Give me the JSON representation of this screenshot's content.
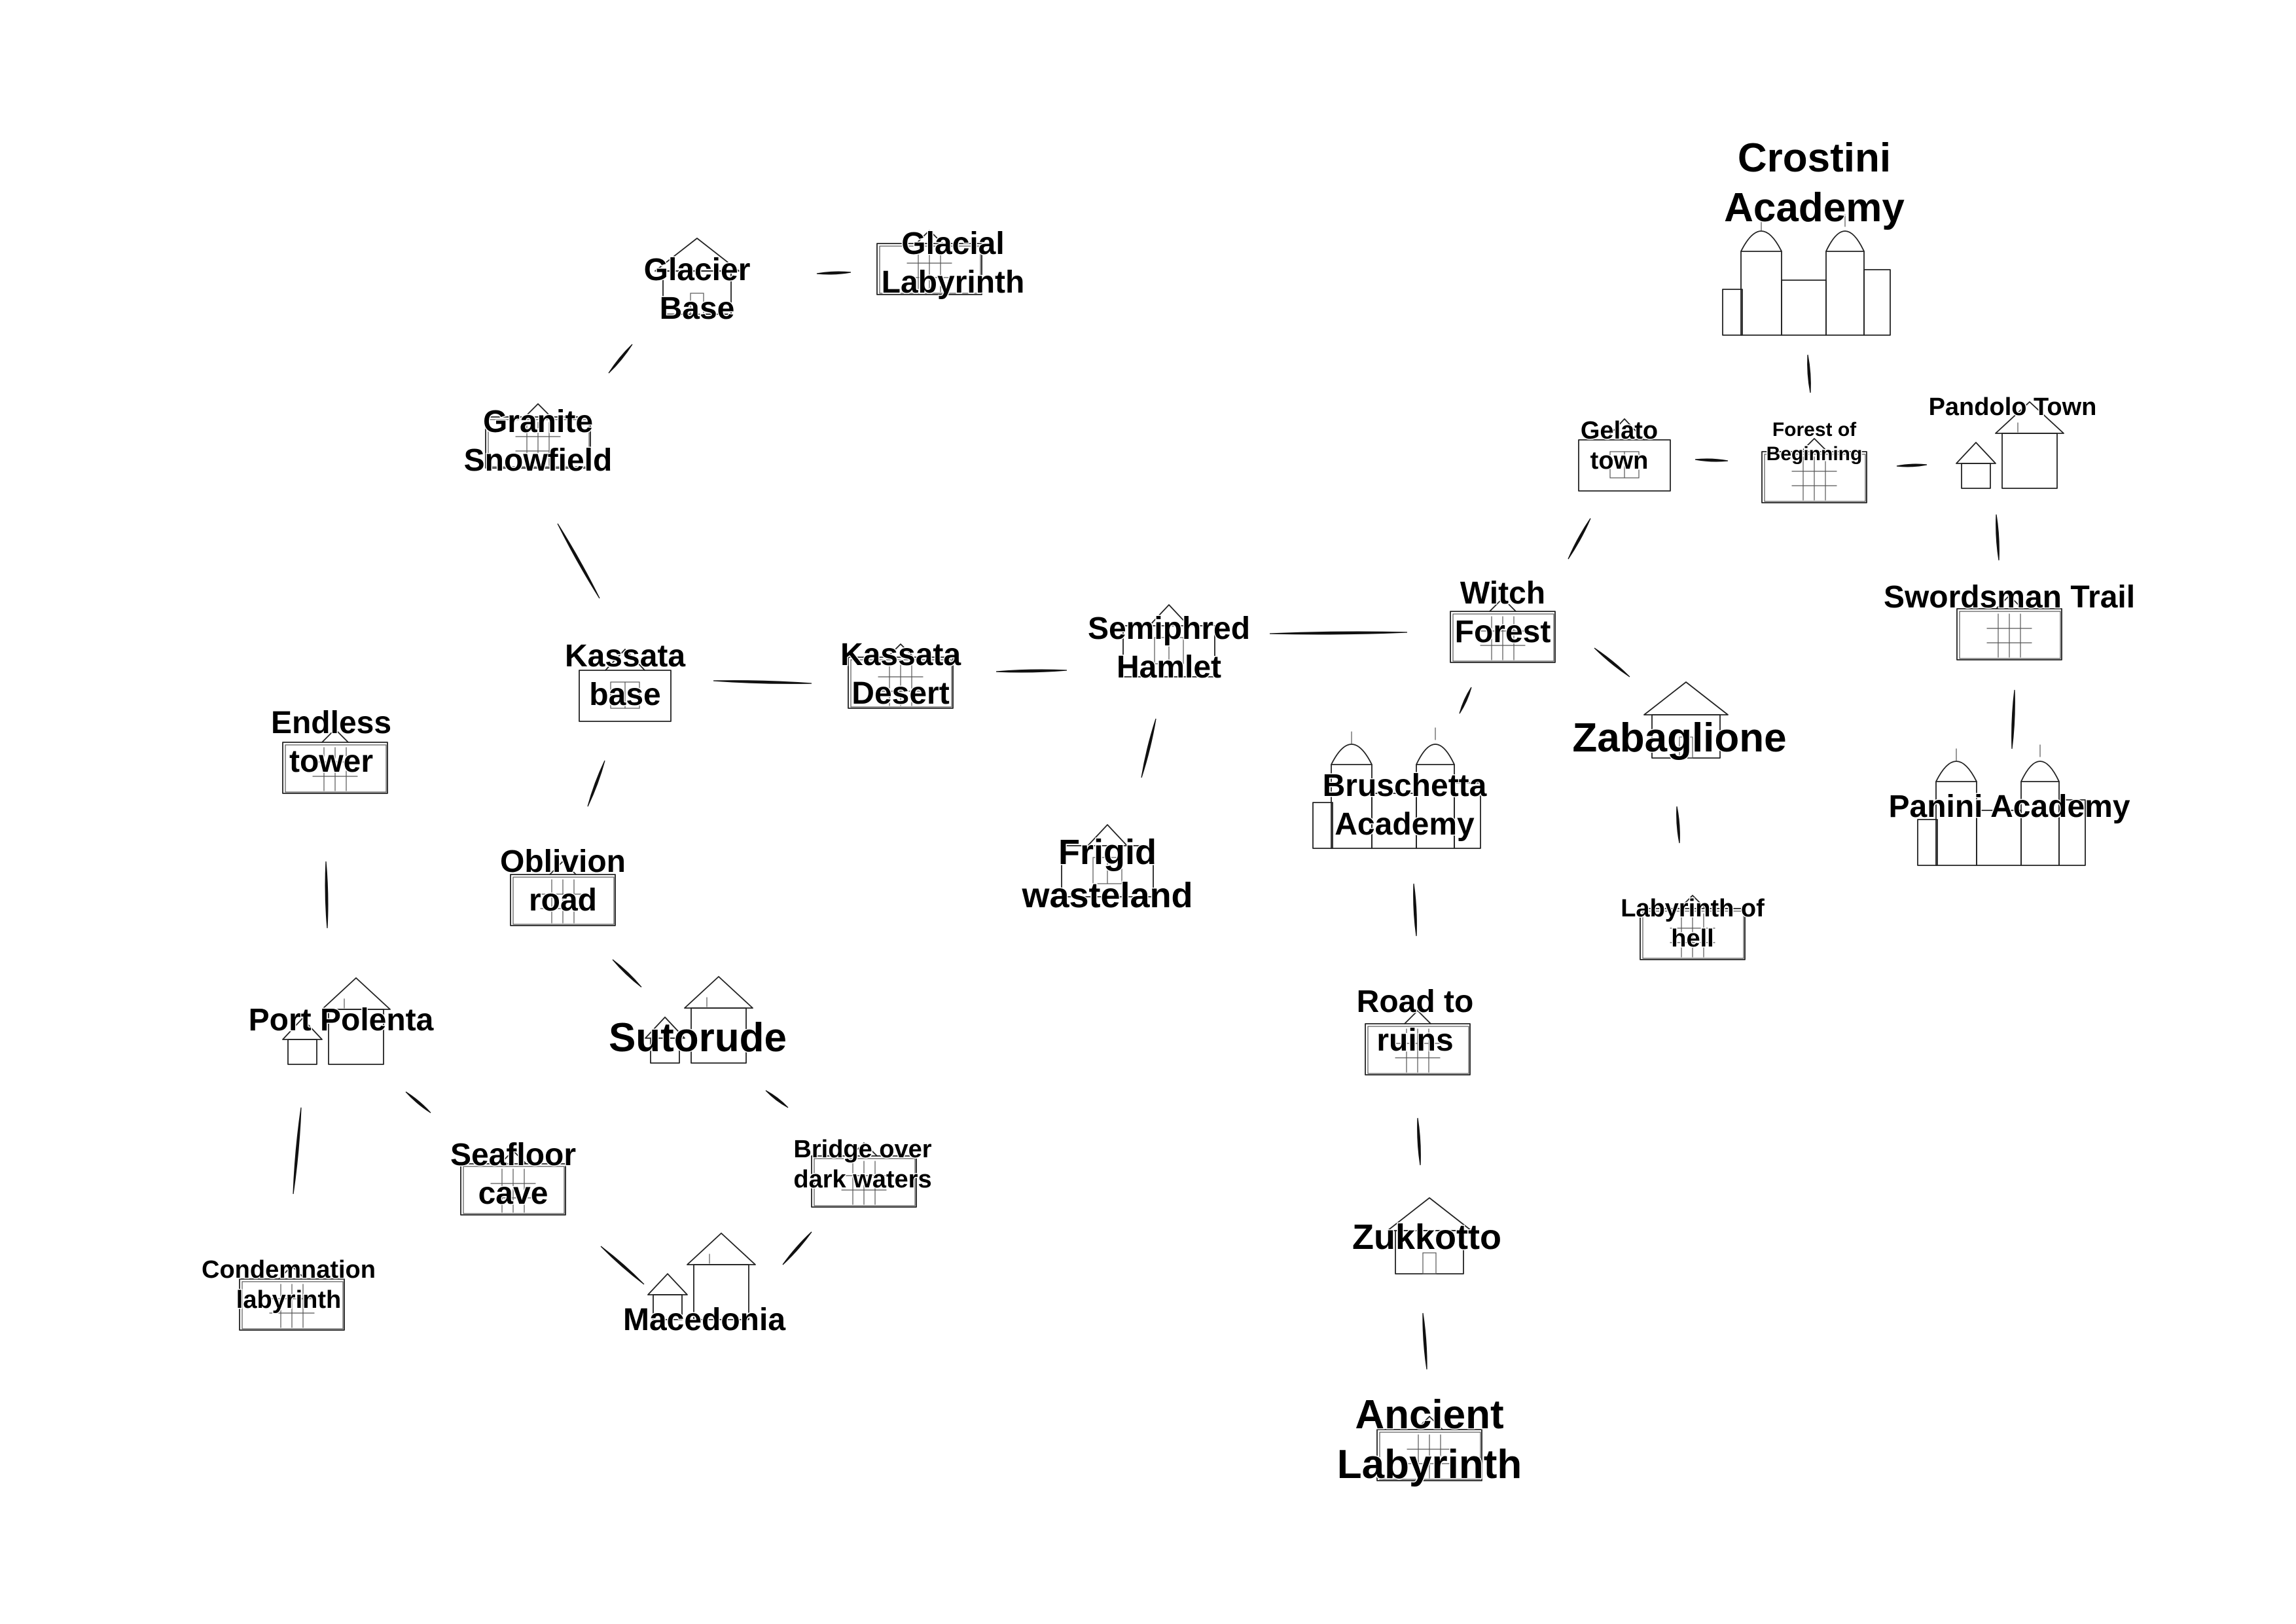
{
  "map": {
    "places": [
      {
        "id": "crostini-academy",
        "lines": [
          "Crostini",
          "Academy"
        ],
        "size": "xl",
        "icon": "academy-icon"
      },
      {
        "id": "glacier-base",
        "lines": [
          "Glacier",
          "Base"
        ],
        "size": "m",
        "icon": "house-icon"
      },
      {
        "id": "glacial-labyrinth",
        "lines": [
          "Glacial",
          "Labyrinth"
        ],
        "size": "m",
        "icon": "labyrinth-icon"
      },
      {
        "id": "granite-snowfield",
        "lines": [
          "Granite",
          "Snowfield"
        ],
        "size": "m",
        "icon": "labyrinth-icon"
      },
      {
        "id": "gelato-town",
        "lines": [
          "Gelato",
          "town"
        ],
        "size": "s",
        "icon": "town-icon"
      },
      {
        "id": "forest-of-beginning",
        "lines": [
          "Forest of",
          "Beginning"
        ],
        "size": "xs",
        "icon": "labyrinth-icon"
      },
      {
        "id": "pandolo-town",
        "lines": [
          "Pandolo Town"
        ],
        "size": "s",
        "icon": "house-pair-icon"
      },
      {
        "id": "swordsman-trail",
        "lines": [
          "Swordsman Trail"
        ],
        "size": "m",
        "icon": "labyrinth-icon"
      },
      {
        "id": "panini-academy",
        "lines": [
          "Panini Academy"
        ],
        "size": "m",
        "icon": "academy-icon"
      },
      {
        "id": "witch-forest",
        "lines": [
          "Witch",
          "Forest"
        ],
        "size": "m",
        "icon": "labyrinth-icon"
      },
      {
        "id": "semiphred-hamlet",
        "lines": [
          "Semiphred",
          "Hamlet"
        ],
        "size": "m",
        "icon": "town-icon"
      },
      {
        "id": "kassata-desert",
        "lines": [
          "Kassata",
          "Desert"
        ],
        "size": "m",
        "icon": "labyrinth-icon"
      },
      {
        "id": "kassata-base",
        "lines": [
          "Kassata",
          "base"
        ],
        "size": "m",
        "icon": "town-icon"
      },
      {
        "id": "endless-tower",
        "lines": [
          "Endless",
          "tower"
        ],
        "size": "m",
        "icon": "labyrinth-icon"
      },
      {
        "id": "oblivion-road",
        "lines": [
          "Oblivion",
          "road"
        ],
        "size": "m",
        "icon": "labyrinth-icon"
      },
      {
        "id": "frigid-wasteland",
        "lines": [
          "Frigid",
          "wasteland"
        ],
        "size": "l",
        "icon": "town-icon"
      },
      {
        "id": "bruschetta-academy",
        "lines": [
          "Bruschetta",
          "Academy"
        ],
        "size": "m",
        "icon": "academy-icon"
      },
      {
        "id": "zabaglione",
        "lines": [
          "Zabaglione"
        ],
        "size": "xl",
        "icon": "house-icon"
      },
      {
        "id": "labyrinth-of-hell",
        "lines": [
          "Labyrinth of",
          "hell"
        ],
        "size": "s",
        "icon": "labyrinth-icon"
      },
      {
        "id": "port-polenta",
        "lines": [
          "Port Polenta"
        ],
        "size": "m",
        "icon": "house-pair-icon"
      },
      {
        "id": "sutorude",
        "lines": [
          "Sutorude"
        ],
        "size": "xl",
        "icon": "house-pair-icon"
      },
      {
        "id": "seafloor-cave",
        "lines": [
          "Seafloor",
          "cave"
        ],
        "size": "m",
        "icon": "labyrinth-icon"
      },
      {
        "id": "bridge-over-dark-waters",
        "lines": [
          "Bridge over",
          "dark waters"
        ],
        "size": "s",
        "icon": "labyrinth-icon"
      },
      {
        "id": "condemnation-labyrinth",
        "lines": [
          "Condemnation",
          "labyrinth"
        ],
        "size": "s",
        "icon": "labyrinth-icon"
      },
      {
        "id": "macedonia",
        "lines": [
          "Macedonia"
        ],
        "size": "m",
        "icon": "house-pair-icon"
      },
      {
        "id": "road-to-ruins",
        "lines": [
          "Road to",
          "ruins"
        ],
        "size": "m",
        "icon": "labyrinth-icon"
      },
      {
        "id": "zukkotto",
        "lines": [
          "Zukkotto"
        ],
        "size": "l",
        "icon": "house-icon"
      },
      {
        "id": "ancient-labyrinth",
        "lines": [
          "Ancient",
          "Labyrinth"
        ],
        "size": "xl",
        "icon": "labyrinth-icon"
      }
    ],
    "routes": [
      [
        "glacier-base",
        "glacial-labyrinth"
      ],
      [
        "glacier-base",
        "granite-snowfield"
      ],
      [
        "granite-snowfield",
        "kassata-base"
      ],
      [
        "kassata-base",
        "kassata-desert"
      ],
      [
        "kassata-desert",
        "semiphred-hamlet"
      ],
      [
        "semiphred-hamlet",
        "witch-forest"
      ],
      [
        "semiphred-hamlet",
        "frigid-wasteland"
      ],
      [
        "kassata-base",
        "oblivion-road"
      ],
      [
        "oblivion-road",
        "sutorude"
      ],
      [
        "sutorude",
        "bridge-over-dark-waters"
      ],
      [
        "bridge-over-dark-waters",
        "macedonia"
      ],
      [
        "seafloor-cave",
        "macedonia"
      ],
      [
        "port-polenta",
        "seafloor-cave"
      ],
      [
        "port-polenta",
        "condemnation-labyrinth"
      ],
      [
        "endless-tower",
        "port-polenta"
      ],
      [
        "witch-forest",
        "gelato-town"
      ],
      [
        "gelato-town",
        "forest-of-beginning"
      ],
      [
        "forest-of-beginning",
        "crostini-academy"
      ],
      [
        "forest-of-beginning",
        "pandolo-town"
      ],
      [
        "pandolo-town",
        "swordsman-trail"
      ],
      [
        "swordsman-trail",
        "panini-academy"
      ],
      [
        "witch-forest",
        "bruschetta-academy"
      ],
      [
        "witch-forest",
        "zabaglione"
      ],
      [
        "zabaglione",
        "labyrinth-of-hell"
      ],
      [
        "bruschetta-academy",
        "road-to-ruins"
      ],
      [
        "road-to-ruins",
        "zukkotto"
      ],
      [
        "zukkotto",
        "ancient-labyrinth"
      ]
    ]
  }
}
